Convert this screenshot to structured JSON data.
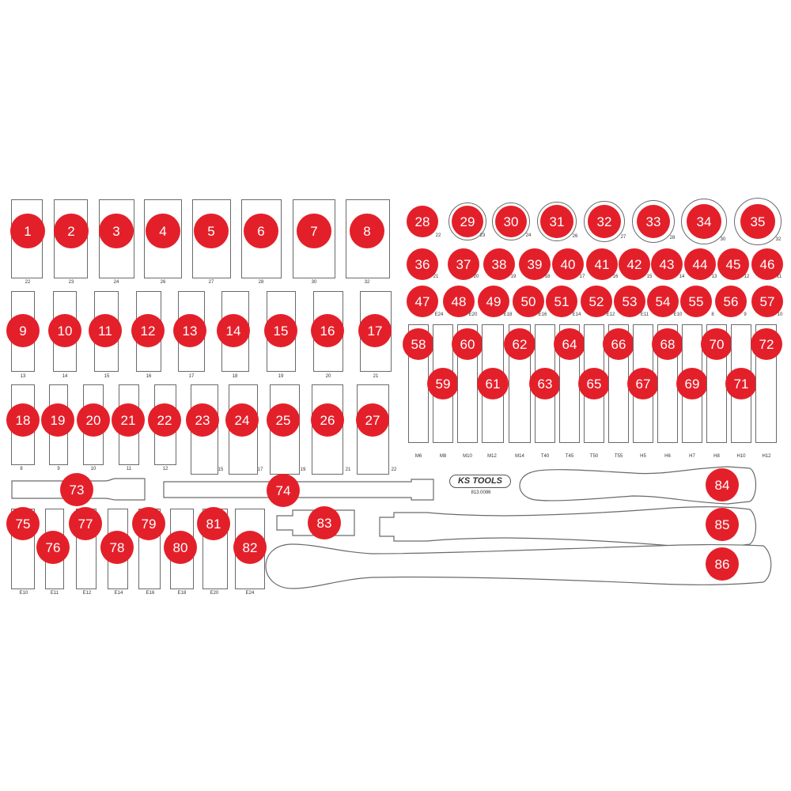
{
  "title": "",
  "brand": {
    "logo_text": "KS TOOLS",
    "article_number": "813.0086"
  },
  "colors": {
    "badge": "#e3202a",
    "outline": "#6a6a6a",
    "background": "#ffffff"
  },
  "items": [
    {
      "n": "1",
      "size": "22"
    },
    {
      "n": "2",
      "size": "23"
    },
    {
      "n": "3",
      "size": "24"
    },
    {
      "n": "4",
      "size": "26"
    },
    {
      "n": "5",
      "size": "27"
    },
    {
      "n": "6",
      "size": "28"
    },
    {
      "n": "7",
      "size": "30"
    },
    {
      "n": "8",
      "size": "32"
    },
    {
      "n": "9",
      "size": "13"
    },
    {
      "n": "10",
      "size": "14"
    },
    {
      "n": "11",
      "size": "15"
    },
    {
      "n": "12",
      "size": "16"
    },
    {
      "n": "13",
      "size": "17"
    },
    {
      "n": "14",
      "size": "18"
    },
    {
      "n": "15",
      "size": "19"
    },
    {
      "n": "16",
      "size": "20"
    },
    {
      "n": "17",
      "size": "21"
    },
    {
      "n": "18",
      "size": "8"
    },
    {
      "n": "19",
      "size": "9"
    },
    {
      "n": "20",
      "size": "10"
    },
    {
      "n": "21",
      "size": "11"
    },
    {
      "n": "22",
      "size": "12"
    },
    {
      "n": "23",
      "size": "15"
    },
    {
      "n": "24",
      "size": "17"
    },
    {
      "n": "25",
      "size": "19"
    },
    {
      "n": "26",
      "size": "21"
    },
    {
      "n": "27",
      "size": "22"
    },
    {
      "n": "28",
      "size": "22"
    },
    {
      "n": "29",
      "size": "23"
    },
    {
      "n": "30",
      "size": "24"
    },
    {
      "n": "31",
      "size": "26"
    },
    {
      "n": "32",
      "size": "27"
    },
    {
      "n": "33",
      "size": "28"
    },
    {
      "n": "34",
      "size": "30"
    },
    {
      "n": "35",
      "size": "32"
    },
    {
      "n": "36",
      "size": "21"
    },
    {
      "n": "37",
      "size": "20"
    },
    {
      "n": "38",
      "size": "19"
    },
    {
      "n": "39",
      "size": "18"
    },
    {
      "n": "40",
      "size": "17"
    },
    {
      "n": "41",
      "size": "16"
    },
    {
      "n": "42",
      "size": "15"
    },
    {
      "n": "43",
      "size": "14"
    },
    {
      "n": "44",
      "size": "13"
    },
    {
      "n": "45",
      "size": "12"
    },
    {
      "n": "46",
      "size": "11"
    },
    {
      "n": "47",
      "size": "E24"
    },
    {
      "n": "48",
      "size": "E20"
    },
    {
      "n": "49",
      "size": "E18"
    },
    {
      "n": "50",
      "size": "E16"
    },
    {
      "n": "51",
      "size": "E14"
    },
    {
      "n": "52",
      "size": "E12"
    },
    {
      "n": "53",
      "size": "E11"
    },
    {
      "n": "54",
      "size": "E10"
    },
    {
      "n": "55",
      "size": "8"
    },
    {
      "n": "56",
      "size": "9"
    },
    {
      "n": "57",
      "size": "10"
    },
    {
      "n": "58",
      "size": "M6"
    },
    {
      "n": "59",
      "size": "M8"
    },
    {
      "n": "60",
      "size": "M10"
    },
    {
      "n": "61",
      "size": "M12"
    },
    {
      "n": "62",
      "size": "M14"
    },
    {
      "n": "63",
      "size": "T40"
    },
    {
      "n": "64",
      "size": "T45"
    },
    {
      "n": "65",
      "size": "T50"
    },
    {
      "n": "66",
      "size": "T55"
    },
    {
      "n": "67",
      "size": "H5"
    },
    {
      "n": "68",
      "size": "H6"
    },
    {
      "n": "69",
      "size": "H7"
    },
    {
      "n": "70",
      "size": "H8"
    },
    {
      "n": "71",
      "size": "H10"
    },
    {
      "n": "72",
      "size": "H12"
    },
    {
      "n": "73",
      "size": ""
    },
    {
      "n": "74",
      "size": ""
    },
    {
      "n": "75",
      "size": "E10"
    },
    {
      "n": "76",
      "size": "E11"
    },
    {
      "n": "77",
      "size": "E12"
    },
    {
      "n": "78",
      "size": "E14"
    },
    {
      "n": "79",
      "size": "E16"
    },
    {
      "n": "80",
      "size": "E18"
    },
    {
      "n": "81",
      "size": "E20"
    },
    {
      "n": "82",
      "size": "E24"
    },
    {
      "n": "83",
      "size": ""
    },
    {
      "n": "84",
      "size": ""
    },
    {
      "n": "85",
      "size": ""
    },
    {
      "n": "86",
      "size": ""
    }
  ]
}
